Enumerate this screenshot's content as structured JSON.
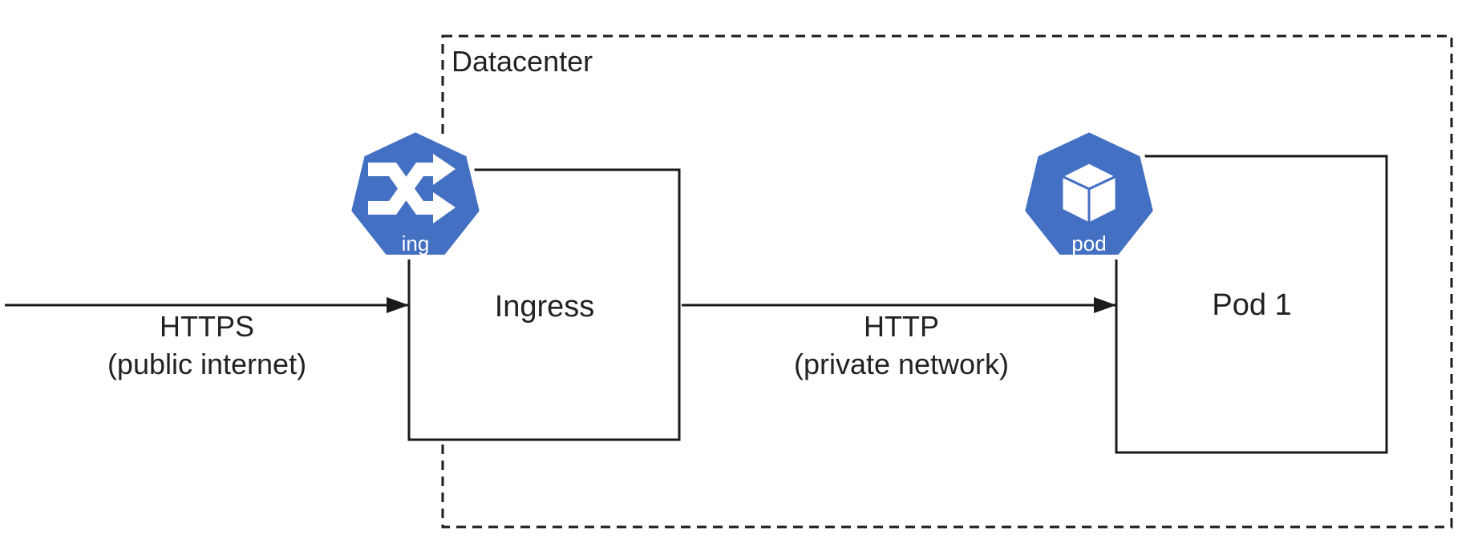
{
  "datacenter": {
    "label": "Datacenter"
  },
  "nodes": {
    "ingress": {
      "label": "Ingress",
      "icon": "ingress-icon",
      "icon_text": "ing"
    },
    "pod": {
      "label": "Pod 1",
      "icon": "pod-icon",
      "icon_text": "pod"
    }
  },
  "edges": {
    "external": {
      "protocol": "HTTPS",
      "network": "(public internet)"
    },
    "internal": {
      "protocol": "HTTP",
      "network": "(private network)"
    }
  },
  "colors": {
    "icon_fill": "#4470c3",
    "line": "#1a1a1a",
    "background": "#ffffff"
  }
}
